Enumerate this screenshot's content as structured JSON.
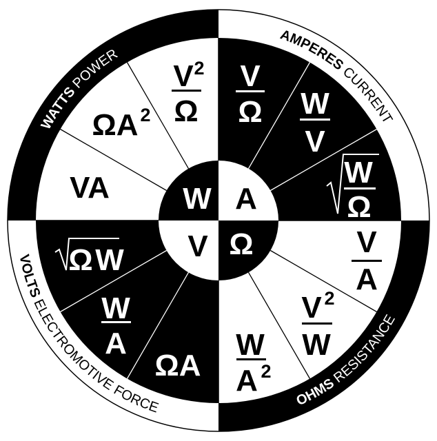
{
  "colors": {
    "dark": "#000000",
    "light": "#ffffff"
  },
  "ring": {
    "watts": {
      "bold": "WATTS",
      "regular": " POWER"
    },
    "amperes": {
      "bold": "AMPERES",
      "regular": " CURRENT"
    },
    "ohms": {
      "bold": "OHMS",
      "regular": " RESISTANCE"
    },
    "volts": {
      "bold": "VOLTS",
      "regular": " ELECTROMOTIVE FORCE"
    }
  },
  "center": {
    "watts": "W",
    "amperes": "A",
    "volts": "V",
    "ohms": "Ω"
  },
  "formulas": {
    "watts": [
      {
        "numerator": "V",
        "exponent": "2",
        "denominator": "Ω"
      },
      {
        "text": "ΩA",
        "exponent": "2"
      },
      {
        "text": "VA"
      }
    ],
    "amperes": [
      {
        "numerator": "V",
        "denominator": "Ω"
      },
      {
        "numerator": "W",
        "denominator": "V"
      },
      {
        "radical": "√",
        "numerator": "W",
        "denominator": "Ω"
      }
    ],
    "ohms": [
      {
        "numerator": "V",
        "denominator": "A"
      },
      {
        "numerator": "V",
        "exponent": "2",
        "denominator": "W"
      },
      {
        "numerator": "W",
        "denominator": "A",
        "exponent": "2"
      }
    ],
    "volts": [
      {
        "radical": "√",
        "text_a": "Ω",
        "text_b": "W"
      },
      {
        "numerator": "W",
        "denominator": "A"
      },
      {
        "text": "ΩA"
      }
    ]
  }
}
